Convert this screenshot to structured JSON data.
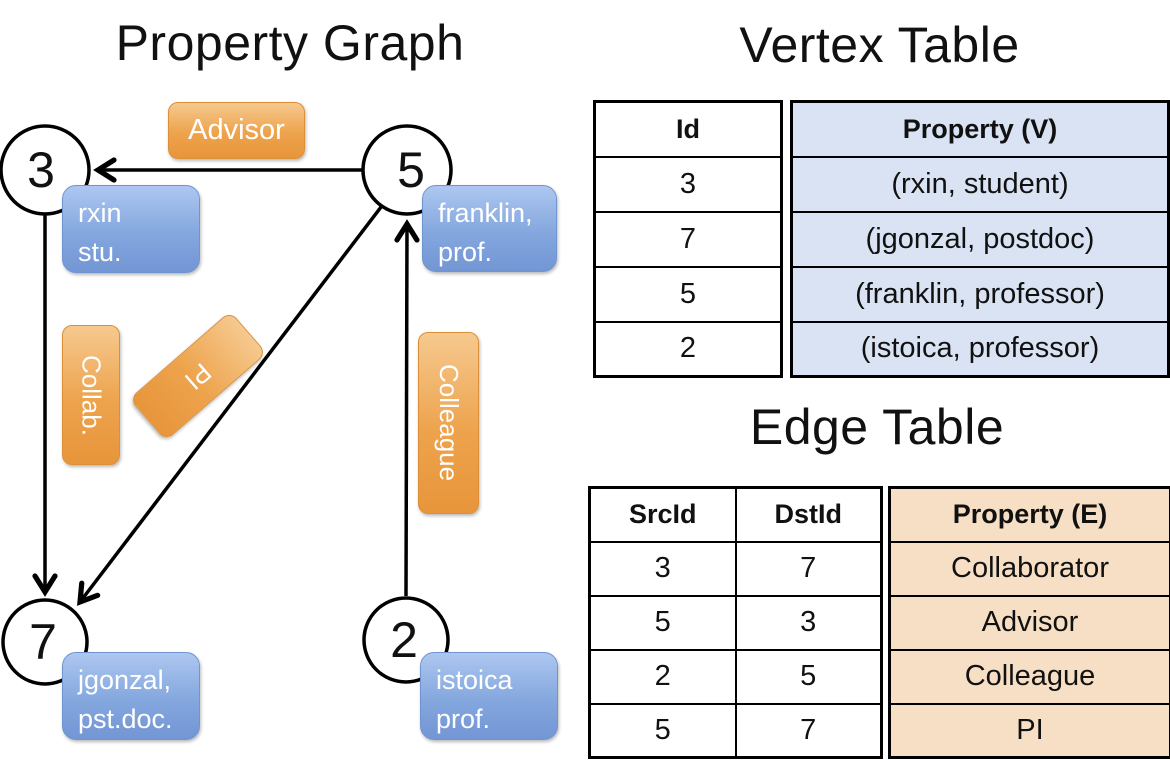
{
  "graph": {
    "title": "Property Graph",
    "nodes": [
      {
        "id": "3",
        "label_lines": [
          "rxin",
          "stu."
        ]
      },
      {
        "id": "5",
        "label_lines": [
          "franklin,",
          "prof."
        ]
      },
      {
        "id": "7",
        "label_lines": [
          "jgonzal,",
          "pst.doc."
        ]
      },
      {
        "id": "2",
        "label_lines": [
          "istoica",
          "prof."
        ]
      }
    ],
    "edges": [
      {
        "from": "5",
        "to": "3",
        "label": "Advisor"
      },
      {
        "from": "3",
        "to": "7",
        "label": "Collab."
      },
      {
        "from": "5",
        "to": "7",
        "label": "PI"
      },
      {
        "from": "2",
        "to": "5",
        "label": "Colleague"
      }
    ]
  },
  "vertex_table": {
    "title": "Vertex Table",
    "columns": [
      "Id",
      "Property (V)"
    ],
    "rows": [
      [
        "3",
        "(rxin, student)"
      ],
      [
        "7",
        "(jgonzal, postdoc)"
      ],
      [
        "5",
        "(franklin, professor)"
      ],
      [
        "2",
        "(istoica, professor)"
      ]
    ]
  },
  "edge_table": {
    "title": "Edge Table",
    "columns": [
      "SrcId",
      "DstId",
      "Property (E)"
    ],
    "rows": [
      [
        "3",
        "7",
        "Collaborator"
      ],
      [
        "5",
        "3",
        "Advisor"
      ],
      [
        "2",
        "5",
        "Colleague"
      ],
      [
        "5",
        "7",
        "PI"
      ]
    ]
  },
  "colors": {
    "edge_accent": "#EDA34C",
    "edge_accent_border": "#DB8F38",
    "vertex_accent": "#84A7DE",
    "vertex_cell_bg": "#DAE3F3",
    "edge_cell_bg": "#F6DFC4",
    "line": "#000000"
  }
}
